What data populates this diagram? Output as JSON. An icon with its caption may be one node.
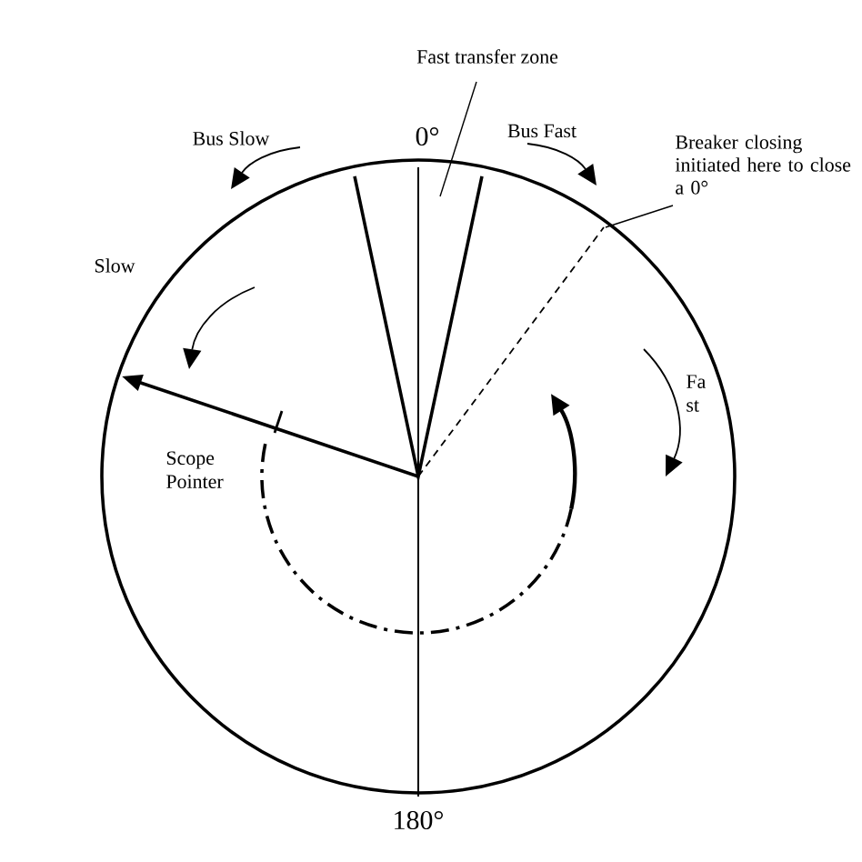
{
  "diagram": {
    "nodes": [
      {
        "text": [
          "Fast transfer zone"
        ]
      },
      {
        "text": [
          "Breaker closing initiated here to close a 0°"
        ]
      }
    ],
    "edges": [
      {
        "from": 0,
        "to": null,
        "arrow": "none"
      },
      {
        "from": 1,
        "to": null,
        "arrow": "none"
      }
    ],
    "labels": [
      "0°",
      "Bus Slow",
      "Bus Fast",
      "Slow",
      "Fa st",
      "Scope Pointer",
      "180°"
    ]
  }
}
